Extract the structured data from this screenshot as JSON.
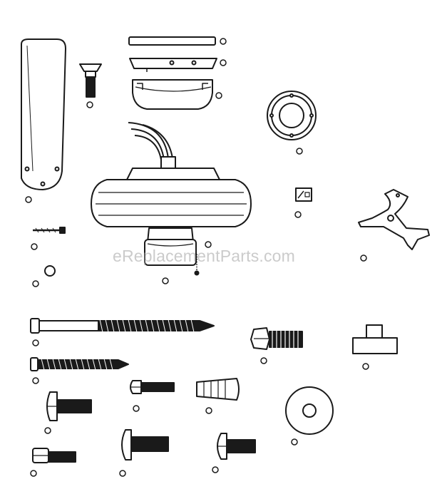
{
  "watermark": "eReplacementParts.com",
  "colors": {
    "line": "#1a1a1a",
    "fill": "#ffffff",
    "watermark": "#a0a0a0"
  },
  "parts": [
    {
      "name": "part-fan-blade",
      "kind": "blade"
    },
    {
      "name": "part-canopy-top-plate",
      "kind": "plate"
    },
    {
      "name": "part-canopy-ring",
      "kind": "ring"
    },
    {
      "name": "part-canopy",
      "kind": "canopy"
    },
    {
      "name": "part-blade-bolt",
      "kind": "bolt"
    },
    {
      "name": "part-motor-housing",
      "kind": "motor"
    },
    {
      "name": "part-switch-housing",
      "kind": "switch"
    },
    {
      "name": "part-light-cover",
      "kind": "disc"
    },
    {
      "name": "part-pull-chain",
      "kind": "chain"
    },
    {
      "name": "part-finial",
      "kind": "ball"
    },
    {
      "name": "part-capacitor",
      "kind": "capacitor"
    },
    {
      "name": "part-blade-iron",
      "kind": "bracket"
    },
    {
      "name": "part-mounting-lag-screw",
      "kind": "screw"
    },
    {
      "name": "part-wood-screw",
      "kind": "screw"
    },
    {
      "name": "part-hex-bolt",
      "kind": "bolt"
    },
    {
      "name": "part-rubber-grommet",
      "kind": "grommet"
    },
    {
      "name": "part-machine-screw",
      "kind": "screw"
    },
    {
      "name": "part-wire-nut",
      "kind": "nut"
    },
    {
      "name": "part-washer",
      "kind": "washer"
    },
    {
      "name": "part-truss-head-screw",
      "kind": "screw"
    }
  ]
}
